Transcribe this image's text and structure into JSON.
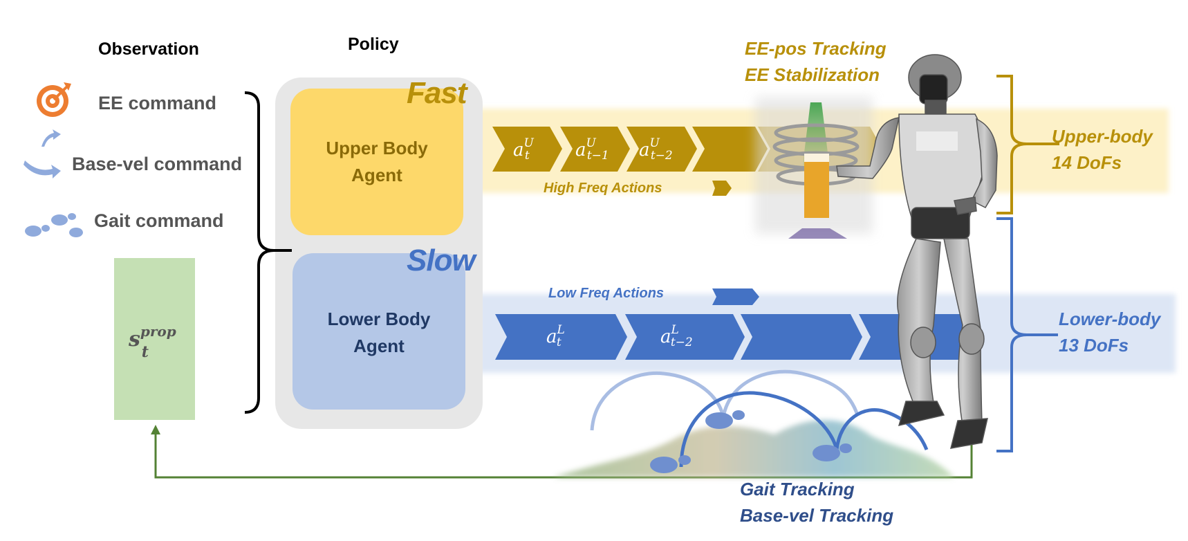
{
  "observation": {
    "header": "Observation",
    "items": [
      {
        "label": "EE command",
        "icon": "target-icon"
      },
      {
        "label": "Base-vel command",
        "icon": "curved-arrows-icon"
      },
      {
        "label": "Gait command",
        "icon": "footprints-icon"
      }
    ],
    "state": {
      "base": "s",
      "sub": "t",
      "sup": "prop"
    }
  },
  "policy": {
    "header": "Policy",
    "upper": {
      "speed": "Fast",
      "line1": "Upper Body",
      "line2": "Agent"
    },
    "lower": {
      "speed": "Slow",
      "line1": "Lower Body",
      "line2": "Agent"
    }
  },
  "upper_stream": {
    "actions": [
      {
        "base": "a",
        "sub": "t",
        "sup": "U"
      },
      {
        "base": "a",
        "sub": "t−1",
        "sup": "U"
      },
      {
        "base": "a",
        "sub": "t−2",
        "sup": "U"
      }
    ],
    "freq_label": "High Freq Actions"
  },
  "lower_stream": {
    "actions": [
      {
        "base": "a",
        "sub": "t",
        "sup": "L"
      },
      {
        "base": "a",
        "sub": "t−2",
        "sup": "L"
      }
    ],
    "freq_label": "Low Freq Actions"
  },
  "right_labels": {
    "ee_line1": "EE-pos Tracking",
    "ee_line2": "EE Stabilization",
    "upper_line1": "Upper-body",
    "upper_line2": "14 DoFs",
    "lower_line1": "Lower-body",
    "lower_line2": "13 DoFs",
    "gait_line1": "Gait Tracking",
    "gait_line2": "Base-vel Tracking"
  },
  "colors": {
    "upper_gold": "#b8900a",
    "upper_fill": "#fdd86a",
    "upper_band": "#fdf1c8",
    "lower_blue": "#4472c4",
    "lower_fill": "#b4c7e7",
    "lower_band": "#dde6f5",
    "lower_text": "#2f4e8a",
    "state_green": "#c5e0b4",
    "feedback_green": "#548235"
  }
}
